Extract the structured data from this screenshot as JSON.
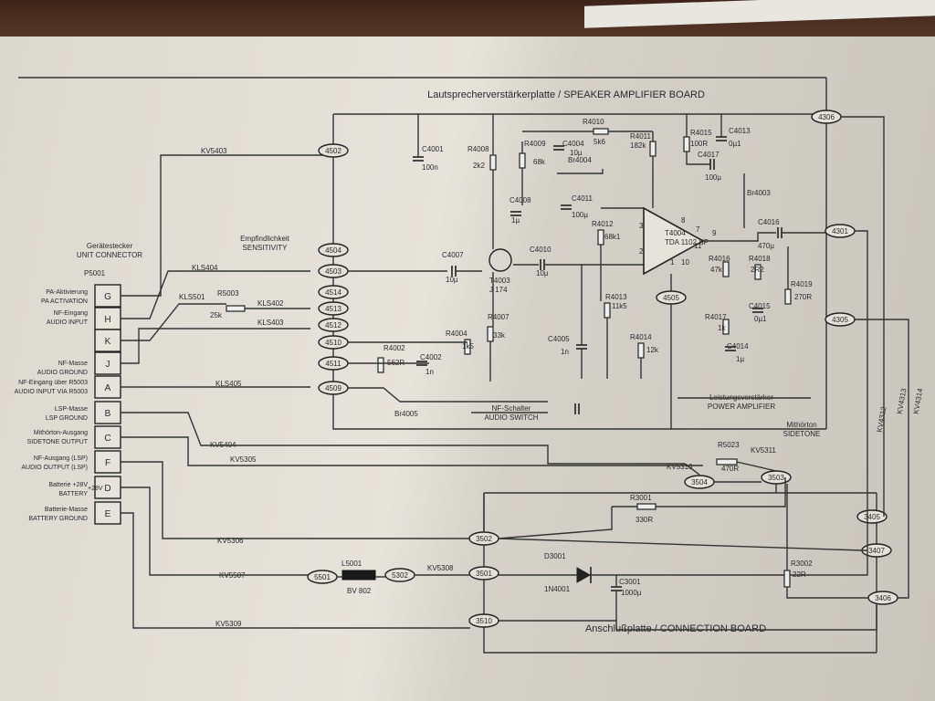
{
  "board_titles": {
    "speaker_board": "Lautsprecherverstärkerplatte / SPEAKER AMPLIFIER BOARD",
    "connection_board": "Anschlußplatte / CONNECTION BOARD"
  },
  "connector": {
    "header_de": "Gerätestecker",
    "header_en": "UNIT CONNECTOR",
    "ref": "P5001",
    "pins": [
      "G",
      "H",
      "K",
      "J",
      "A",
      "B",
      "C",
      "F",
      "D",
      "E"
    ],
    "labels": [
      {
        "de": "PA-Aktivierung",
        "en": "PA ACTIVATION"
      },
      {
        "de": "NF-Eingang",
        "en": "AUDIO INPUT"
      },
      {
        "de": "NF-Masse",
        "en": "AUDIO GROUND"
      },
      {
        "de": "NF-Eingang über R5003",
        "en": "AUDIO INPUT VIA R5003"
      },
      {
        "de": "LSP-Masse",
        "en": "LSP GROUND"
      },
      {
        "de": "Mithörton-Ausgang",
        "en": "SIDETONE OUTPUT"
      },
      {
        "de": "NF-Ausgang (LSP)",
        "en": "AUDIO OUTPUT (LSP)"
      },
      {
        "de": "Batterie +28V",
        "en": "BATTERY"
      },
      {
        "de": "Batterie-Masse",
        "en": "BATTERY GROUND"
      }
    ]
  },
  "sensitivity": {
    "de": "Empfindlichkeit",
    "en": "SENSITIVITY",
    "ref": "R5003",
    "value": "25k"
  },
  "cable_labels": [
    "KV5403",
    "KLS404",
    "KLS501",
    "KLS402",
    "KLS403",
    "KLS405",
    "KV5404",
    "KV5305",
    "KV5306",
    "KV5507",
    "KV5308",
    "KV5309",
    "KV5310",
    "KV5311",
    "KV4312",
    "KV4314",
    "KV4313"
  ],
  "nodes": [
    "4502",
    "4504",
    "4503",
    "4514",
    "4513",
    "4512",
    "4510",
    "4511",
    "4509",
    "4505",
    "4306",
    "4301",
    "4305",
    "3504",
    "3503",
    "3405",
    "3502",
    "3407",
    "5501",
    "5302",
    "3501",
    "3406",
    "3510"
  ],
  "components": [
    {
      "ref": "C4001",
      "value": "100n"
    },
    {
      "ref": "R4008",
      "value": "2k2"
    },
    {
      "ref": "R4009",
      "value": "68k"
    },
    {
      "ref": "C4004",
      "value": "10µ"
    },
    {
      "ref": "R4010",
      "value": "5k6"
    },
    {
      "ref": "R4011",
      "value": "182k"
    },
    {
      "ref": "R4015",
      "value": "100R"
    },
    {
      "ref": "C4013",
      "value": "0µ1"
    },
    {
      "ref": "C4017",
      "value": "100µ"
    },
    {
      "ref": "Br4004",
      "value": ""
    },
    {
      "ref": "Br4003",
      "value": ""
    },
    {
      "ref": "C4008",
      "value": "1µ"
    },
    {
      "ref": "C4011",
      "value": "100µ"
    },
    {
      "ref": "R4012",
      "value": "68k1"
    },
    {
      "ref": "T4004",
      "value": "TDA 1102 SP"
    },
    {
      "ref": "C4016",
      "value": "470µ"
    },
    {
      "ref": "C4007",
      "value": "10µ"
    },
    {
      "ref": "T4003",
      "value": "J 174"
    },
    {
      "ref": "C4010",
      "value": "10µ"
    },
    {
      "ref": "R4016",
      "value": "47k"
    },
    {
      "ref": "R4018",
      "value": "2R2"
    },
    {
      "ref": "R4019",
      "value": "270R"
    },
    {
      "ref": "R4013",
      "value": "11k5"
    },
    {
      "ref": "C4015",
      "value": "0µ1"
    },
    {
      "ref": "R4007",
      "value": "33k"
    },
    {
      "ref": "R4004",
      "value": "1k5"
    },
    {
      "ref": "R4002",
      "value": "562R"
    },
    {
      "ref": "C4002",
      "value": "1n"
    },
    {
      "ref": "C4005",
      "value": "1n"
    },
    {
      "ref": "R4014",
      "value": "12k"
    },
    {
      "ref": "R4017",
      "value": "1k"
    },
    {
      "ref": "C4014",
      "value": "1µ"
    },
    {
      "ref": "Br4005",
      "value": ""
    },
    {
      "ref": "R5023",
      "value": "470R"
    },
    {
      "ref": "R3001",
      "value": "330R"
    },
    {
      "ref": "L5001",
      "value": "BV 802"
    },
    {
      "ref": "D3001",
      "value": "1N4001"
    },
    {
      "ref": "C3001",
      "value": "1000µ"
    },
    {
      "ref": "R3002",
      "value": "22R"
    }
  ],
  "section_labels": {
    "audio_switch_de": "NF-Schalter",
    "audio_switch_en": "AUDIO SWITCH",
    "power_amp_de": "Leistungsverstärker",
    "power_amp_en": "POWER AMPLIFIER",
    "sidetone_de": "Mithörton",
    "sidetone_en": "SIDETONE"
  },
  "ic_pins": [
    "3",
    "2",
    "8",
    "7",
    "9",
    "11",
    "1",
    "10"
  ]
}
